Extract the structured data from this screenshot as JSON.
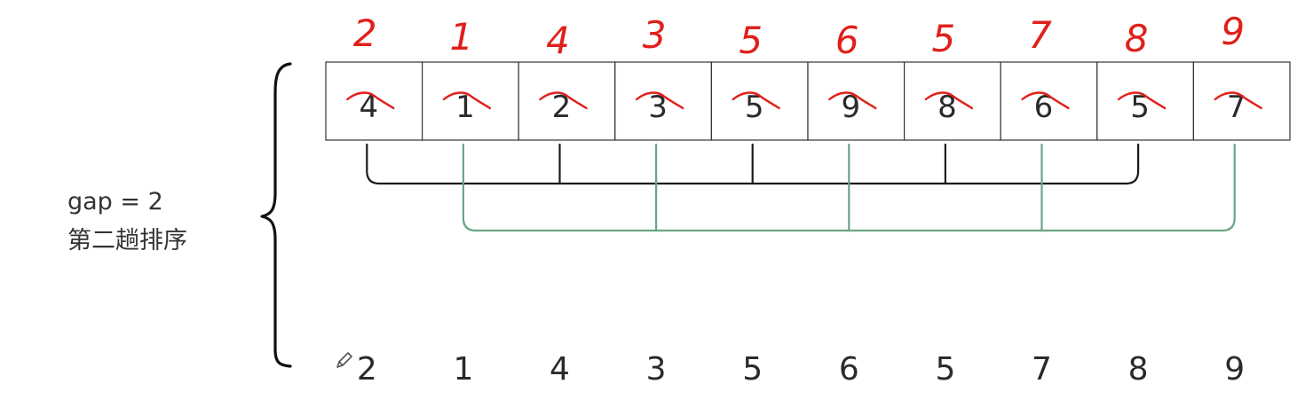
{
  "label": {
    "gap_text": "gap = 2",
    "pass_text": "第二趟排序"
  },
  "array": {
    "cells": [
      "4",
      "1",
      "2",
      "3",
      "5",
      "9",
      "8",
      "6",
      "5",
      "7"
    ]
  },
  "annotations": {
    "handwritten": [
      "2",
      "1",
      "4",
      "3",
      "5",
      "6",
      "5",
      "7",
      "8",
      "9"
    ]
  },
  "result": {
    "values": [
      "2",
      "1",
      "4",
      "3",
      "5",
      "6",
      "5",
      "7",
      "8",
      "9"
    ]
  },
  "groups": {
    "even_group_indices": [
      0,
      2,
      4,
      6,
      8
    ],
    "odd_group_indices": [
      1,
      3,
      5,
      7,
      9
    ]
  },
  "colors": {
    "even_group_line": "#1a1a1a",
    "odd_group_line": "#6aa585",
    "handwriting": "#e0201b"
  },
  "icons": {
    "edit": "pencil-icon"
  }
}
